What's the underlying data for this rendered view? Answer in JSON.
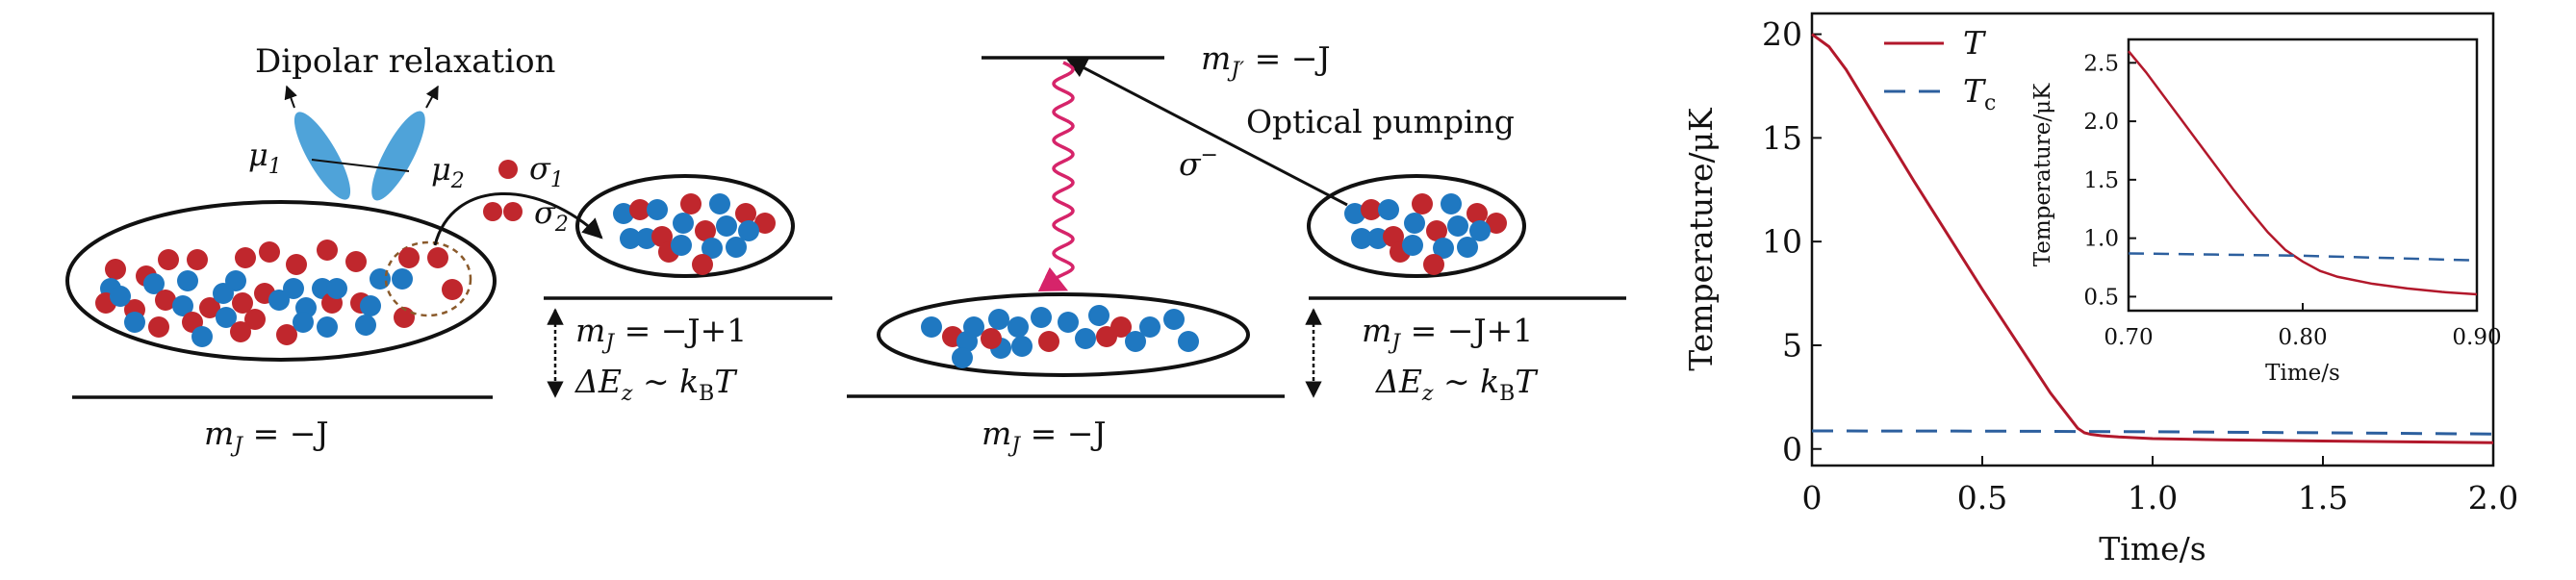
{
  "panel_a": {
    "title": "Dipolar relaxation",
    "mu1": "μ",
    "mu1_sub": "1",
    "mu2": "μ",
    "mu2_sub": "2",
    "sigma1": "σ",
    "sigma1_sub": "1",
    "sigma2": "σ",
    "sigma2_sub": "2",
    "upper_label": "m",
    "upper_sub": "J",
    "upper_rhs": " = −J+1",
    "delta_e": "ΔE",
    "delta_sub": "z",
    "delta_rhs": " ∼ k",
    "delta_kb_sub": "B",
    "delta_T": "T",
    "lower_label": "m",
    "lower_sub": "J",
    "lower_rhs": " = −J"
  },
  "panel_b": {
    "top_label": "m",
    "top_sub": "J′",
    "top_rhs": " = −J",
    "pumping": "Optical pumping",
    "sigma_minus": "σ",
    "sigma_sup": "−",
    "upper_label": "m",
    "upper_sub": "J",
    "upper_rhs": " = −J+1",
    "delta_e": "ΔE",
    "delta_sub": "z",
    "delta_rhs": " ∼ k",
    "delta_kb_sub": "B",
    "delta_T": "T",
    "lower_label": "m",
    "lower_sub": "J",
    "lower_rhs": " = −J"
  },
  "colors": {
    "red_atom": "#c0272d",
    "blue_atom": "#1f78c1",
    "dipole": "#4fa3d9",
    "t_curve": "#b2182b",
    "tc_curve": "#2c5f9e",
    "wavy": "#d6246a",
    "dashed_circle": "#8a5a2b"
  },
  "chart_data": [
    {
      "type": "line",
      "title": "",
      "xlabel": "Time/s",
      "ylabel": "Temperature/μK",
      "xlim": [
        0,
        2.0
      ],
      "ylim": [
        -0.8,
        21
      ],
      "xticks": [
        "0",
        "0.5",
        "1.0",
        "1.5",
        "2.0"
      ],
      "yticks": [
        "0",
        "5",
        "10",
        "15",
        "20"
      ],
      "legend": [
        {
          "name": "T",
          "style": "solid"
        },
        {
          "name": "T",
          "sub": "c",
          "style": "dashed"
        }
      ],
      "series": [
        {
          "name": "T",
          "x": [
            0,
            0.05,
            0.1,
            0.2,
            0.3,
            0.4,
            0.5,
            0.6,
            0.7,
            0.78,
            0.8,
            0.82,
            0.85,
            0.9,
            1.0,
            1.2,
            1.5,
            2.0
          ],
          "y": [
            20,
            19.4,
            18.3,
            15.6,
            12.9,
            10.3,
            7.7,
            5.2,
            2.7,
            1.0,
            0.78,
            0.7,
            0.64,
            0.58,
            0.5,
            0.44,
            0.38,
            0.3
          ]
        },
        {
          "name": "Tc",
          "x": [
            0,
            0.5,
            1.0,
            1.5,
            2.0
          ],
          "y": [
            0.87,
            0.86,
            0.83,
            0.78,
            0.72
          ]
        }
      ]
    },
    {
      "type": "line",
      "title": "",
      "xlabel": "Time/s",
      "ylabel": "Temperature/μK",
      "xlim": [
        0.7,
        0.9
      ],
      "ylim": [
        0.38,
        2.7
      ],
      "xticks": [
        "0.70",
        "0.80",
        "0.90"
      ],
      "yticks": [
        "0.5",
        "1.0",
        "1.5",
        "2.0",
        "2.5"
      ],
      "series": [
        {
          "name": "T",
          "x": [
            0.7,
            0.71,
            0.72,
            0.73,
            0.74,
            0.75,
            0.76,
            0.77,
            0.78,
            0.79,
            0.8,
            0.81,
            0.82,
            0.84,
            0.86,
            0.88,
            0.9
          ],
          "y": [
            2.6,
            2.42,
            2.22,
            2.02,
            1.82,
            1.62,
            1.42,
            1.23,
            1.05,
            0.9,
            0.8,
            0.72,
            0.67,
            0.61,
            0.57,
            0.54,
            0.52
          ]
        },
        {
          "name": "Tc",
          "x": [
            0.7,
            0.75,
            0.8,
            0.85,
            0.9
          ],
          "y": [
            0.87,
            0.86,
            0.85,
            0.83,
            0.81
          ]
        }
      ]
    }
  ]
}
